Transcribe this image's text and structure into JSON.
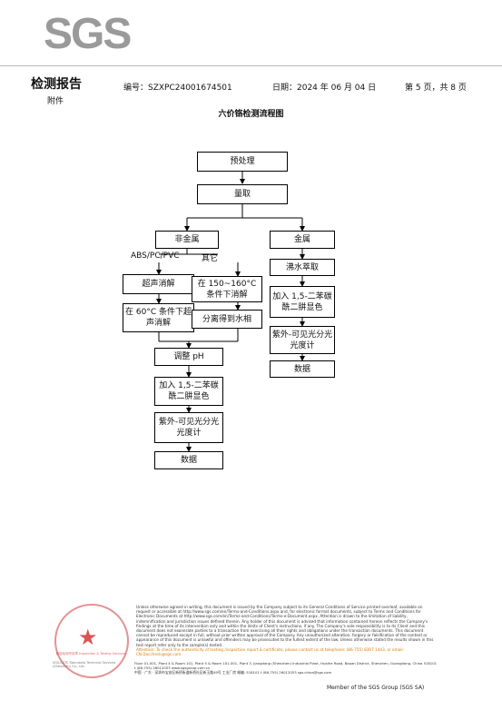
{
  "header": {
    "logo": "SGS",
    "title": "检测报告",
    "subtitle": "附件",
    "report_no": "编号：SZXPC24001674501",
    "date": "日期：2024 年 06 月 04 日",
    "page": "第 5 页，共 8 页"
  },
  "flow": {
    "title": "六价铬检测流程图",
    "steps": {
      "pretreat": "预处理",
      "measure": "量取",
      "non_metal": "非金属",
      "metal": "金属",
      "branch_abs": "ABS/PC/PVC",
      "branch_other": "其它",
      "ultrasonic": "超声消解",
      "heat_150": "在 150~160°C 条件下消解",
      "boil": "沸水萃取",
      "heat_60": "在 60°C 条件下超声消解",
      "separate": "分离得到水相",
      "add_reagent_metal": "加入 1,5-二苯碳酰二肼显色",
      "uv_metal": "紫外-可见光分光光度计",
      "data_metal": "数据",
      "adjust_ph": "调整 pH",
      "add_reagent": "加入 1,5-二苯碳酰二肼显色",
      "uv": "紫外-可见光分光光度计",
      "data": "数据"
    }
  },
  "footer": {
    "disclaimer": "Unless otherwise agreed in writing, this document is issued by the Company subject to its General Conditions of Service printed overleaf, available on request or accessible at http://www.sgs.com/en/Terms-and-Conditions.aspx and, for electronic format documents, subject to Terms and Conditions for Electronic Documents at http://www.sgs.com/en/Terms-and-Conditions/Terms-e-Document.aspx. Attention is drawn to the limitation of liability, indemnification and jurisdiction issues defined therein. Any holder of this document is advised that information contained hereon reflects the Company's findings at the time of its intervention only and within the limits of Client's instructions, if any. The Company's sole responsibility is to its Client and this document does not exonerate parties to a transaction from exercising all their rights and obligations under the transaction documents. This document cannot be reproduced except in full, without prior written approval of the Company. Any unauthorized alteration, forgery or falsification of the content or appearance of this document is unlawful and offenders may be prosecuted to the fullest extent of the law. Unless otherwise stated the results shown in this test report refer only to the sample(s) tested .",
    "attention": "Attention: To check the authenticity of testing /inspection report & certificate, please contact us at telephone: (86-755) 8307 1443, or email: CN.Doccheck@sgs.com",
    "address": "Floor 01-001, Plant 4 & Room 101, Plant 5 & Room 101-001, Plant 3, Jiangdong (Shenzhen) Industrial Plant, Huaihe Road, Baoan District, Shenzhen, Guangdong, China 518101   t (86-755) 26012053   www.sgsgroup.com.cn",
    "address_cn": "中国 · 广东 · 深圳市宝安区新桥街道新桥社区新玉路49号 工业厂房   邮编: 518101   t (86-755) 26012053   sgs.china@sgs.com",
    "seal_text": "检验检测专用章 Inspection & Testing Services",
    "left_text": "SGS-CSTC Standards Technical Services (Shenzhen) Co., Ltd.",
    "member": "Member of the SGS Group (SGS SA)"
  }
}
